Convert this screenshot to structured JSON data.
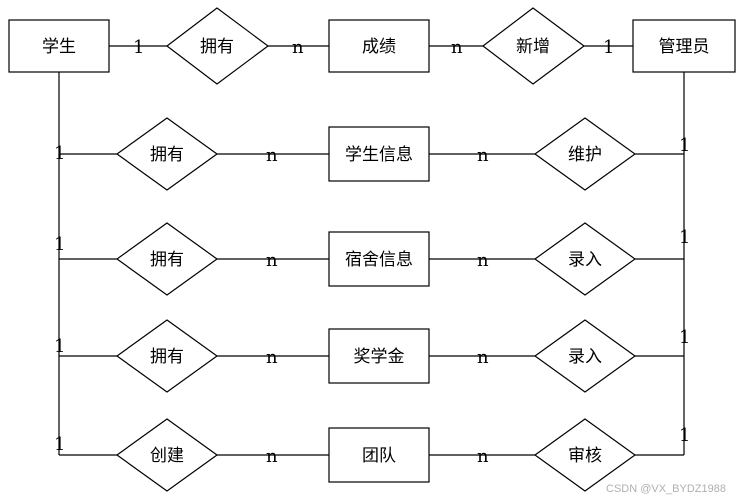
{
  "entities": {
    "student": "学生",
    "grade": "成绩",
    "admin": "管理员",
    "student_info": "学生信息",
    "dorm_info": "宿舍信息",
    "scholarship": "奖学金",
    "team": "团队"
  },
  "relations": {
    "own_grade": "拥有",
    "add": "新增",
    "own_info": "拥有",
    "maintain": "维护",
    "own_dorm": "拥有",
    "enter_dorm": "录入",
    "own_scholarship": "拥有",
    "enter_scholarship": "录入",
    "create": "创建",
    "review": "审核"
  },
  "cardinality": {
    "one": "1",
    "many": "n"
  },
  "watermark": "CSDN @VX_BYDZ1988"
}
